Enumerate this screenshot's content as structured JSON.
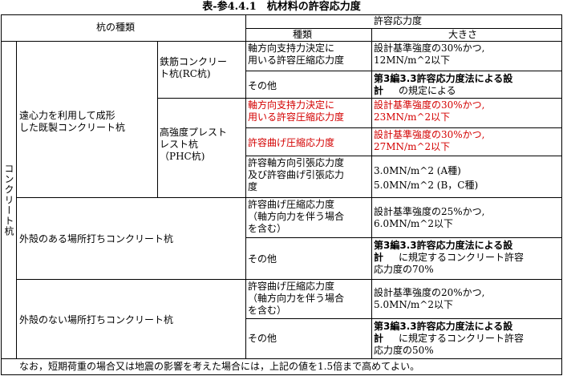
{
  "title": "表-参4.4.1　杭材料の許容応力度",
  "header": {
    "pile_type": "杭の種類",
    "allowable": "許容応力度",
    "kind": "種類",
    "magnitude": "大きさ"
  },
  "concrete_pile": "コンクリート杭",
  "precast": {
    "label": "遠心力を利用して成形\nした既製コンクリート杭"
  },
  "rc": {
    "label": "鉄筋コンクリー\nト杭(RC杭)",
    "row1_type": "軸方向支持力決定に\n用いる許容圧縮応力度",
    "row1_value": "設計基準強度の30%かつ,\n12MN/m^2以下",
    "row2_type": "その他",
    "row2_value_bold": "第3編3.3許容応力度法による設\n計",
    "row2_value_tail": "の規定による"
  },
  "phc": {
    "label": "高強度プレスト\nレスト杭\n（PHC杭)",
    "row1_type": "軸方向支持力決定に\n用いる許容圧縮応力度",
    "row1_value": "設計基準強度の30%かつ,\n23MN/m^2以下",
    "row2_type": "許容曲げ圧縮応力度",
    "row2_value": "設計基準強度の30%かつ,\n27MN/m^2以下",
    "row3_type": "許容軸方向引張応力度\n及び許容曲げ引張応力\n度",
    "row3_value": "3.0MN/m^2 (A種)\n5.0MN/m^2 (B，C種)"
  },
  "shell": {
    "label": "外殻のある場所打ちコンクリート杭",
    "row1_type": "許容曲げ圧縮応力度\n（軸方向力を伴う場合\nを含む）",
    "row1_value": "設計基準強度の25%かつ,\n6.0MN/m^2以下",
    "row2_type": "その他",
    "row2_value_bold": "第3編3.3許容応力度法による設\n計",
    "row2_value_tail": "に規定するコンクリート許容\n応力度の70%"
  },
  "noshell": {
    "label": "外殻のない場所打ちコンクリート杭",
    "row1_type": "許容曲げ圧縮応力度\n（軸方向力を伴う場合\nを含む）",
    "row1_value": "設計基準強度の20%かつ,\n5.0MN/m^2以下",
    "row2_type": "その他",
    "row2_value_bold": "第3編3.3許容応力度法による設\n計",
    "row2_value_tail": "に規定するコンクリート許容\n応力度の50%"
  },
  "footnote": "なお，短期荷重の場合又は地震の影響を考えた場合には，上記の値を1.5倍まで高めてよい。",
  "colors": {
    "highlight": "#d40000",
    "line": "#000000"
  }
}
